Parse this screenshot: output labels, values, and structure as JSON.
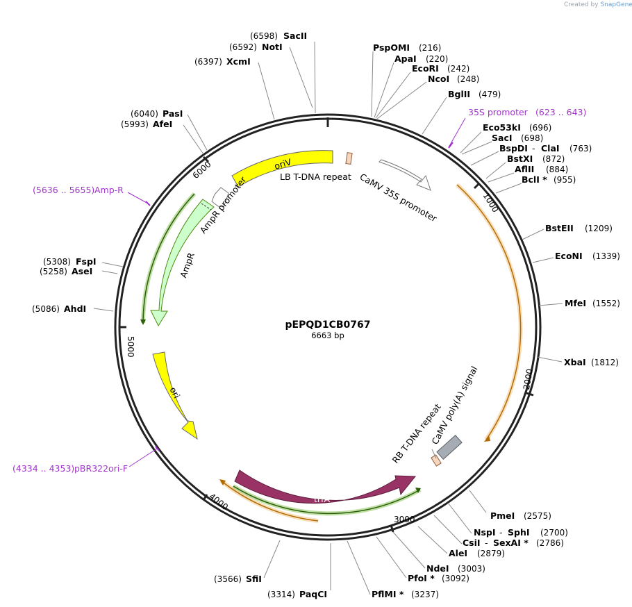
{
  "credit": {
    "prefix": "Created by",
    "brand": "SnapGene"
  },
  "plasmid": {
    "name": "pEPQD1CB0767",
    "length": "6663 bp"
  },
  "ticks": [
    "1000",
    "2000",
    "3000",
    "4000",
    "5000",
    "6000"
  ],
  "features": {
    "oriV": "oriV",
    "lb": "LB T-DNA repeat",
    "camv35s": "CaMV 35S promoter",
    "ampr_prom": "AmpR promoter",
    "ampr": "AmpR",
    "ori": "ori",
    "trfa": "trfA",
    "rb": "RB T-DNA repeat",
    "polya": "CaMV poly(A) signal"
  },
  "primers": {
    "p35s": {
      "name": "35S promoter",
      "range": "(623 .. 643)"
    },
    "ampr": {
      "name": "Amp-R",
      "range": "(5636 .. 5655)"
    },
    "pbr": {
      "name": "pBR322ori-F",
      "range": "(4334 .. 4353)"
    }
  },
  "enzymes": {
    "sacii": {
      "name": "SacII",
      "pos": "(6598)"
    },
    "noti": {
      "name": "NotI",
      "pos": "(6592)"
    },
    "xcmi": {
      "name": "XcmI",
      "pos": "(6397)"
    },
    "pasi": {
      "name": "PasI",
      "pos": "(6040)"
    },
    "afei": {
      "name": "AfeI",
      "pos": "(5993)"
    },
    "fspi": {
      "name": "FspI",
      "pos": "(5308)"
    },
    "asei": {
      "name": "AseI",
      "pos": "(5258)"
    },
    "ahdi": {
      "name": "AhdI",
      "pos": "(5086)"
    },
    "pspomi": {
      "name": "PspOMI",
      "pos": "(216)"
    },
    "apai": {
      "name": "ApaI",
      "pos": "(220)"
    },
    "ecori": {
      "name": "EcoRI",
      "pos": "(242)"
    },
    "ncoi": {
      "name": "NcoI",
      "pos": "(248)"
    },
    "bglii": {
      "name": "BglII",
      "pos": "(479)"
    },
    "eco53ki": {
      "name": "Eco53kI",
      "pos": "(696)"
    },
    "saci": {
      "name": "SacI",
      "pos": "(698)"
    },
    "bspdi": {
      "name": "BspDI",
      "sep": "-",
      "name2": "ClaI",
      "pos": "(763)"
    },
    "bstxi": {
      "name": "BstXI",
      "pos": "(872)"
    },
    "aflii": {
      "name": "AflII",
      "pos": "(884)"
    },
    "bcli": {
      "name": "BclI *",
      "pos": "(955)"
    },
    "bsteii": {
      "name": "BstEII",
      "pos": "(1209)"
    },
    "ecoNi": {
      "name": "EcoNI",
      "pos": "(1339)"
    },
    "mfei": {
      "name": "MfeI",
      "pos": "(1552)"
    },
    "xbai": {
      "name": "XbaI",
      "pos": "(1812)"
    },
    "pmei": {
      "name": "PmeI",
      "pos": "(2575)"
    },
    "nspi": {
      "name": "NspI",
      "sep": "-",
      "name2": "SphI",
      "pos": "(2700)"
    },
    "csii": {
      "name": "CsiI",
      "sep": "-",
      "name2": "SexAI *",
      "pos": "(2786)"
    },
    "alei": {
      "name": "AleI",
      "pos": "(2879)"
    },
    "ndei": {
      "name": "NdeI",
      "pos": "(3003)"
    },
    "pfoi": {
      "name": "PfoI *",
      "pos": "(3092)"
    },
    "pflmi": {
      "name": "PflMI *",
      "pos": "(3237)"
    },
    "sfii": {
      "name": "SfiI",
      "pos": "(3566)"
    },
    "paqci": {
      "name": "PaqCI",
      "pos": "(3314)"
    }
  },
  "colors": {
    "backbone": "#222222",
    "oriV": "#ffff00",
    "ori": "#ffff00",
    "ampr": "#ccffcc",
    "ampr_outline": "#4f8a10",
    "trfa": "#993366",
    "polya": "#a6acb3",
    "tdna": "#f7d6bf",
    "orange": "#e8a33d",
    "green": "#70b830",
    "primer": "#a033cc"
  }
}
